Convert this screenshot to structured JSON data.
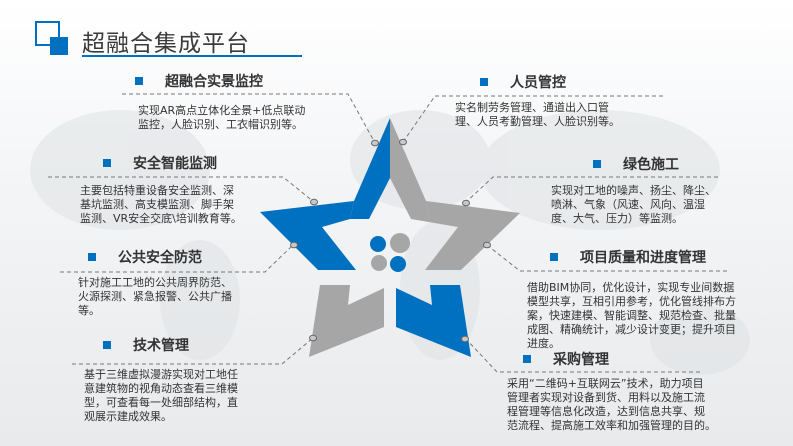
{
  "page": {
    "title": "超融合集成平台"
  },
  "colors": {
    "accent_blue": "#0070c0",
    "accent_gray": "#a6a6a6",
    "text": "#333333"
  },
  "center_graphic": {
    "type": "star",
    "icon": "four-dots-icon"
  },
  "features": [
    {
      "id": "ar-monitoring",
      "title": "超融合实景监控",
      "description": [
        "实现AR高点立体化全景+低点联动",
        "监控，人脸识别、工衣帽识别等。"
      ]
    },
    {
      "id": "personnel",
      "title": "人员管控",
      "description": [
        "实名制劳务管理、通道出入口管",
        "理、人员考勤管理、人脸识别等。"
      ]
    },
    {
      "id": "safety-monitoring",
      "title": "安全智能监测",
      "description": [
        "主要包括特重设备安全监测、深",
        "基坑监测、高支模监测、脚手架",
        "监测、VR安全交底\\培训教育等。"
      ]
    },
    {
      "id": "green-construction",
      "title": "绿色施工",
      "description": [
        "实现对工地的噪声、扬尘、降尘、",
        "喷淋、气象（风速、风向、温湿",
        "度、大气、压力）等监测。"
      ]
    },
    {
      "id": "public-safety",
      "title": "公共安全防范",
      "description": [
        "针对施工工地的公共周界防范、",
        "火源探测、紧急报警、公共广播",
        "等。"
      ]
    },
    {
      "id": "quality-progress",
      "title": "项目质量和进度管理",
      "description": [
        "借助BIM协同，优化设计，实现专业间数据",
        "模型共享，互相引用参考，优化管线排布方",
        "案，快速建模、智能调整、规范检查、批量",
        "成图、精确统计，减少设计变更；提升项目",
        "进度。"
      ]
    },
    {
      "id": "technical",
      "title": "技术管理",
      "description": [
        "基于三维虚拟漫游实现对工地任",
        "意建筑物的视角动态查看三维模",
        "型，可查看每一处细部结构，直",
        "观展示建成效果。"
      ]
    },
    {
      "id": "procurement",
      "title": "采购管理",
      "description": [
        "采用“二维码+互联网云”技术，助力项目",
        "管理者实现对设备到货、用料以及施工流",
        "程管理等信息化改造，达到信息共享、规",
        "范流程、提高施工效率和加强管理的目的。"
      ]
    }
  ]
}
